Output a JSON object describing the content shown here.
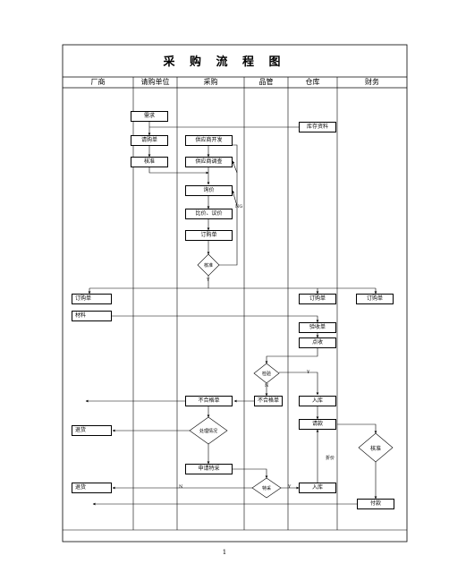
{
  "title": "采 购 流 程 图",
  "lanes": [
    "厂商",
    "请购单位",
    "采购",
    "品管",
    "仓库",
    "财务"
  ],
  "boxes": {
    "demand": "需求",
    "inventory_data": "库存资料",
    "requisition": "请购单",
    "supplier_dev": "供应商开发",
    "approve_req": "核准",
    "supplier_survey": "供应商调查",
    "inquiry": "询价",
    "compare_negotiate": "比价、议价",
    "purchase_order_buyer": "订购单",
    "po_vendor": "订购单",
    "po_warehouse": "订购单",
    "po_finance": "订购单",
    "material": "材料",
    "receipt_form": "验收单",
    "count": "点收",
    "nonconform_buyer": "不合格单",
    "nonconform_qc": "不合格单",
    "stock_in_1": "入库",
    "return_1": "退货",
    "invoice": "请款",
    "special_request": "申请特采",
    "return_2": "退货",
    "stock_in_2": "入库",
    "payment": "付款"
  },
  "diamonds": {
    "approve_order": "核准",
    "inspect": "检验",
    "handle_status": "处理情况",
    "special_accept": "特采",
    "finance_approve": "核准"
  },
  "labels": {
    "ng1": "NG",
    "y_approve": "Y",
    "n_inspect": "N",
    "y_inspect": "Y",
    "n_special": "N",
    "y_special": "Y",
    "discount": "折价"
  },
  "page_number": "1"
}
